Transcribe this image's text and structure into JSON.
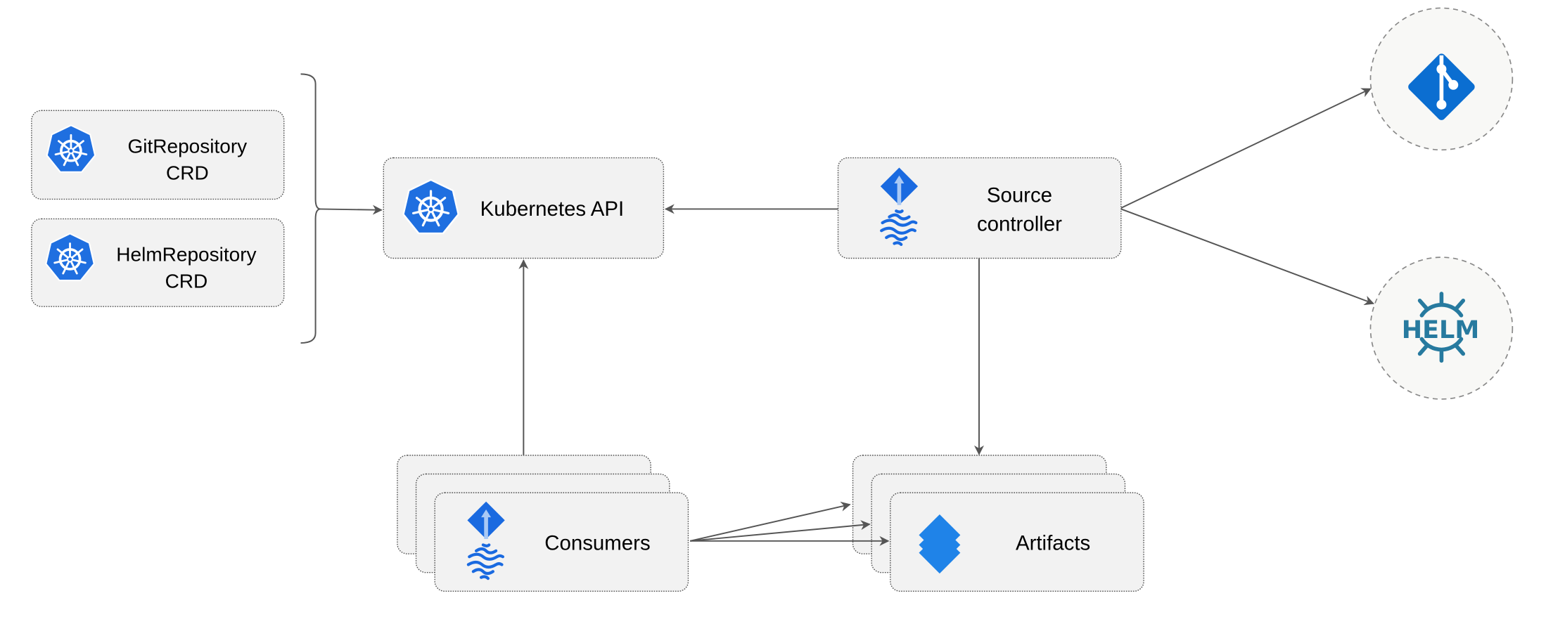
{
  "nodes": {
    "git_repository_crd": {
      "line1": "GitRepository",
      "line2": "CRD",
      "icon": "kubernetes-icon"
    },
    "helm_repository_crd": {
      "line1": "HelmRepository",
      "line2": "CRD",
      "icon": "kubernetes-icon"
    },
    "kubernetes_api": {
      "label": "Kubernetes API",
      "icon": "kubernetes-icon"
    },
    "source_controller": {
      "line1": "Source",
      "line2": "controller",
      "icon": "flux-icon"
    },
    "consumers": {
      "label": "Consumers",
      "icon": "flux-icon"
    },
    "artifacts": {
      "label": "Artifacts",
      "icon": "layers-icon"
    },
    "git": {
      "icon": "git-icon"
    },
    "helm": {
      "logo_text": "HELM",
      "icon": "helm-icon"
    }
  },
  "edges": [
    {
      "from": "CRDs",
      "to": "kubernetes_api"
    },
    {
      "from": "source_controller",
      "to": "kubernetes_api"
    },
    {
      "from": "source_controller",
      "to": "git"
    },
    {
      "from": "source_controller",
      "to": "helm"
    },
    {
      "from": "source_controller",
      "to": "artifacts"
    },
    {
      "from": "consumers",
      "to": "kubernetes_api"
    },
    {
      "from": "consumers",
      "to": "artifacts"
    }
  ],
  "colors": {
    "kubernetes": "#1f6fe0",
    "git": "#0b6ed1",
    "helm": "#277a9f",
    "layers": "#1f83e8",
    "edge": "#555555"
  }
}
